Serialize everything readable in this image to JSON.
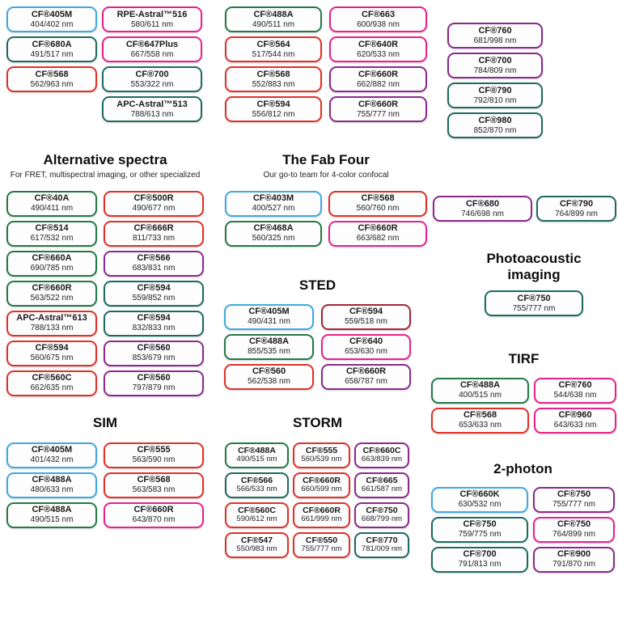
{
  "palette": {
    "blue": "#3fa9e0",
    "green": "#237a46",
    "red": "#e03127",
    "magenta": "#e8218c",
    "purple": "#8a2a8d",
    "teal": "#1e6b5e",
    "darkred": "#a32638"
  },
  "top_group": {
    "columns": [
      {
        "pills": [
          {
            "name": "CF®405M",
            "ex_em": "404/402 nm",
            "color": "blue"
          },
          {
            "name": "CF®680A",
            "ex_em": "491/517 nm",
            "color": "teal"
          },
          {
            "name": "CF®568",
            "ex_em": "562/963 nm",
            "color": "red"
          }
        ]
      },
      {
        "pills": [
          {
            "name": "RPE-Astral™516",
            "ex_em": "580/611 nm",
            "color": "magenta"
          },
          {
            "name": "CF®647Plus",
            "ex_em": "667/558 nm",
            "color": "magenta"
          },
          {
            "name": "CF®700",
            "ex_em": "553/322 nm",
            "color": "teal"
          },
          {
            "name": "APC-Astral™513",
            "ex_em": "788/613 nm",
            "color": "teal"
          }
        ]
      },
      {
        "pills": [
          {
            "name": "CF®488A",
            "ex_em": "490/511 nm",
            "color": "green"
          },
          {
            "name": "CF®564",
            "ex_em": "517/544 nm",
            "color": "red"
          },
          {
            "name": "CF®568",
            "ex_em": "552/883 nm",
            "color": "red"
          },
          {
            "name": "CF®594",
            "ex_em": "556/812 nm",
            "color": "red"
          }
        ]
      },
      {
        "pills": [
          {
            "name": "CF®663",
            "ex_em": "600/938 nm",
            "color": "magenta"
          },
          {
            "name": "CF®640R",
            "ex_em": "620/533 nm",
            "color": "magenta"
          },
          {
            "name": "CF®660R",
            "ex_em": "662/882 nm",
            "color": "purple"
          },
          {
            "name": "CF®660R",
            "ex_em": "755/777 nm",
            "color": "purple"
          }
        ]
      },
      {
        "pills": [
          {
            "name": "CF®760",
            "ex_em": "681/998 nm",
            "color": "purple"
          },
          {
            "name": "CF®700",
            "ex_em": "784/809 nm",
            "color": "purple"
          },
          {
            "name": "CF®790",
            "ex_em": "792/810 nm",
            "color": "teal"
          },
          {
            "name": "CF®980",
            "ex_em": "852/870 nm",
            "color": "teal"
          }
        ]
      }
    ]
  },
  "sections": {
    "alt": {
      "title": "Alternative spectra",
      "subtitle": "For FRET, multispectral imaging, or other specialized",
      "pills": [
        {
          "name": "CF®40A",
          "ex_em": "490/411 nm",
          "color": "green"
        },
        {
          "name": "CF®500R",
          "ex_em": "490/677 nm",
          "color": "red"
        },
        {
          "name": "CF®514",
          "ex_em": "617/532 nm",
          "color": "green"
        },
        {
          "name": "CF®666R",
          "ex_em": "811/733 nm",
          "color": "red"
        },
        {
          "name": "CF®660A",
          "ex_em": "690/785 nm",
          "color": "green"
        },
        {
          "name": "CF®566",
          "ex_em": "683/831 nm",
          "color": "purple"
        },
        {
          "name": "CF®660R",
          "ex_em": "563/522 nm",
          "color": "green"
        },
        {
          "name": "CF®594",
          "ex_em": "559/852 nm",
          "color": "teal"
        },
        {
          "name": "APC-Astral™613",
          "ex_em": "788/133 nm",
          "color": "red"
        },
        {
          "name": "CF®594",
          "ex_em": "832/833 nm",
          "color": "teal"
        },
        {
          "name": "CF®594",
          "ex_em": "560/675 nm",
          "color": "red"
        },
        {
          "name": "CF®560",
          "ex_em": "853/679 nm",
          "color": "purple"
        },
        {
          "name": "CF®560C",
          "ex_em": "662/635 nm",
          "color": "red"
        },
        {
          "name": "CF®560",
          "ex_em": "797/879 nm",
          "color": "purple"
        }
      ]
    },
    "fab": {
      "title": "The Fab Four",
      "subtitle": "Our go-to team for 4-color confocal",
      "pills": [
        {
          "name": "CF®403M",
          "ex_em": "400/527 nm",
          "color": "blue"
        },
        {
          "name": "CF®568",
          "ex_em": "560/760 nm",
          "color": "red"
        },
        {
          "name": "CF®468A",
          "ex_em": "560/325 nm",
          "color": "green"
        },
        {
          "name": "CF®660R",
          "ex_em": "663/682 nm",
          "color": "magenta"
        }
      ]
    },
    "sted": {
      "title": "STED",
      "pills": [
        {
          "name": "CF®405M",
          "ex_em": "490/431 nm",
          "color": "blue"
        },
        {
          "name": "CF®594",
          "ex_em": "559/518 nm",
          "color": "darkred"
        },
        {
          "name": "CF®488A",
          "ex_em": "855/535 nm",
          "color": "green"
        },
        {
          "name": "CF®640",
          "ex_em": "653/630 nm",
          "color": "magenta"
        },
        {
          "name": "CF®560",
          "ex_em": "562/538 nm",
          "color": "red"
        },
        {
          "name": "CF®660R",
          "ex_em": "658/787 nm",
          "color": "purple"
        }
      ]
    },
    "midright": {
      "pills": [
        {
          "name": "CF®680",
          "ex_em": "746/698 nm",
          "color": "purple"
        },
        {
          "name": "CF®790",
          "ex_em": "764/899 nm",
          "color": "teal"
        }
      ]
    },
    "photo": {
      "title": "Photoacoustic imaging",
      "pills": [
        {
          "name": "CF®750",
          "ex_em": "755/777 nm",
          "color": "teal"
        }
      ]
    },
    "tirf": {
      "title": "TIRF",
      "pills": [
        {
          "name": "CF®488A",
          "ex_em": "400/515 nm",
          "color": "green"
        },
        {
          "name": "CF®760",
          "ex_em": "544/638 nm",
          "color": "magenta"
        },
        {
          "name": "CF®568",
          "ex_em": "653/633 nm",
          "color": "red"
        },
        {
          "name": "CF®960",
          "ex_em": "643/633 nm",
          "color": "magenta"
        }
      ]
    },
    "sim": {
      "title": "SIM",
      "pills": [
        {
          "name": "CF®405M",
          "ex_em": "401/432 nm",
          "color": "blue"
        },
        {
          "name": "CF®555",
          "ex_em": "563/590 nm",
          "color": "red"
        },
        {
          "name": "CF®488A",
          "ex_em": "480/633 nm",
          "color": "blue"
        },
        {
          "name": "CF®568",
          "ex_em": "563/583 nm",
          "color": "red"
        },
        {
          "name": "CF®488A",
          "ex_em": "490/515 nm",
          "color": "green"
        },
        {
          "name": "CF®660R",
          "ex_em": "643/870 nm",
          "color": "magenta"
        }
      ]
    },
    "storm": {
      "title": "STORM",
      "pills": [
        {
          "name": "CF®488A",
          "ex_em": "490/515 nm",
          "color": "green"
        },
        {
          "name": "CF®555",
          "ex_em": "560/539 nm",
          "color": "red"
        },
        {
          "name": "CF®660C",
          "ex_em": "663/839 nm",
          "color": "purple"
        },
        {
          "name": "CF®566",
          "ex_em": "566/533 nm",
          "color": "teal"
        },
        {
          "name": "CF®660R",
          "ex_em": "660/599 nm",
          "color": "red"
        },
        {
          "name": "CF®665",
          "ex_em": "661/587 nm",
          "color": "purple"
        },
        {
          "name": "CF®560C",
          "ex_em": "590/612 nm",
          "color": "red"
        },
        {
          "name": "CF®660R",
          "ex_em": "661/999 nm",
          "color": "red"
        },
        {
          "name": "CF®750",
          "ex_em": "668/799 nm",
          "color": "purple"
        },
        {
          "name": "CF®547",
          "ex_em": "550/983 nm",
          "color": "red"
        },
        {
          "name": "CF®550",
          "ex_em": "755/777 nm",
          "color": "red"
        },
        {
          "name": "CF®770",
          "ex_em": "781/009 nm",
          "color": "teal"
        }
      ]
    },
    "twophoton": {
      "title": "2-photon",
      "pills": [
        {
          "name": "CF®660K",
          "ex_em": "630/532 nm",
          "color": "blue"
        },
        {
          "name": "CF®750",
          "ex_em": "755/777 nm",
          "color": "purple"
        },
        {
          "name": "CF®750",
          "ex_em": "759/775 nm",
          "color": "teal"
        },
        {
          "name": "CF®750",
          "ex_em": "764/899 nm",
          "color": "magenta"
        },
        {
          "name": "CF®700",
          "ex_em": "791/813 nm",
          "color": "teal"
        },
        {
          "name": "CF®900",
          "ex_em": "791/870 nm",
          "color": "purple"
        }
      ]
    }
  }
}
